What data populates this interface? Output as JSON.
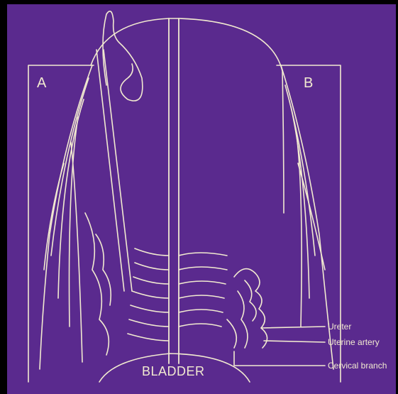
{
  "panels": {
    "left": "A",
    "right": "B"
  },
  "organ": {
    "label": "BLADDER"
  },
  "annotations": {
    "ureter": "Ureter",
    "uterine_artery": "Uterine artery",
    "cervical_branch": "Cervical branch"
  },
  "colors": {
    "background": "#5a2a8e",
    "line": "#f2ead0",
    "frame": "#000000"
  }
}
